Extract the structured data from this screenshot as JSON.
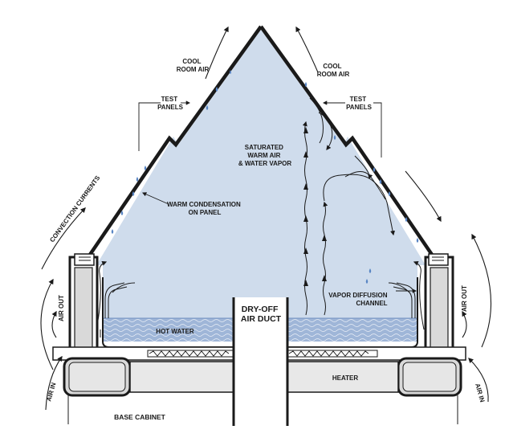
{
  "labels": {
    "cool_room_air_left": [
      "COOL",
      "ROOM AIR"
    ],
    "cool_room_air_right": [
      "COOL",
      "ROOM AIR"
    ],
    "test_panels_left": [
      "TEST",
      "PANELS"
    ],
    "test_panels_right": [
      "TEST",
      "PANELS"
    ],
    "saturated": [
      "SATURATED",
      "WARM AIR",
      "& WATER VAPOR"
    ],
    "warm_condensation": [
      "WARM CONDENSATION",
      "ON PANEL"
    ],
    "convection_currents": "CONVECTION CURRENTS",
    "air_out_left": "AIR OUT",
    "air_out_right": "AIR OUT",
    "air_in_left": "AIR IN",
    "air_in_right": "AIR IN",
    "dry_off": [
      "DRY-OFF",
      "AIR DUCT"
    ],
    "hot_water": "HOT WATER",
    "vapor_diffusion": [
      "VAPOR DIFFUSION",
      "CHANNEL"
    ],
    "heater": "HEATER",
    "base_cabinet": "BASE CABINET"
  },
  "colors": {
    "chamber": "#cfdcec",
    "water": "#9fb6d8",
    "water_line": "#6f8fc0",
    "droplet": "#5a86c4",
    "outline": "#1a1a1a",
    "cabinet_fill": "#d9d9d9"
  }
}
